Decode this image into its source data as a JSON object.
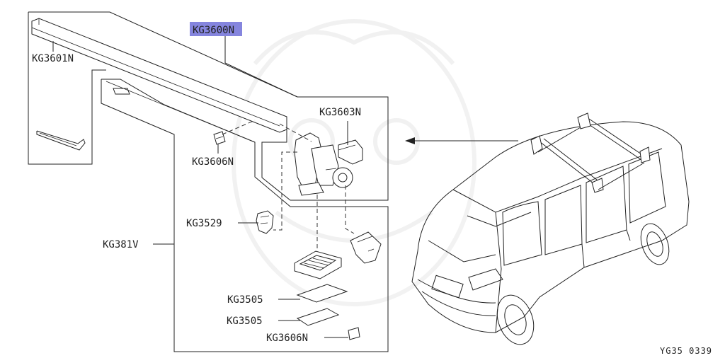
{
  "parts": {
    "roof_rail_assembly": "KG3600N",
    "rail_cover": "KG3601N",
    "bracket_kit": "KG3603N",
    "clip_upper": "KG3606N",
    "retainer": "KG3529",
    "rail_section": "KG381V",
    "pad_upper": "KG3505",
    "pad_lower": "KG3505",
    "clip_lower": "KG3606N"
  },
  "diagram_code": "YG35 0339",
  "colors": {
    "highlight": "#8585de",
    "line": "#222222"
  }
}
